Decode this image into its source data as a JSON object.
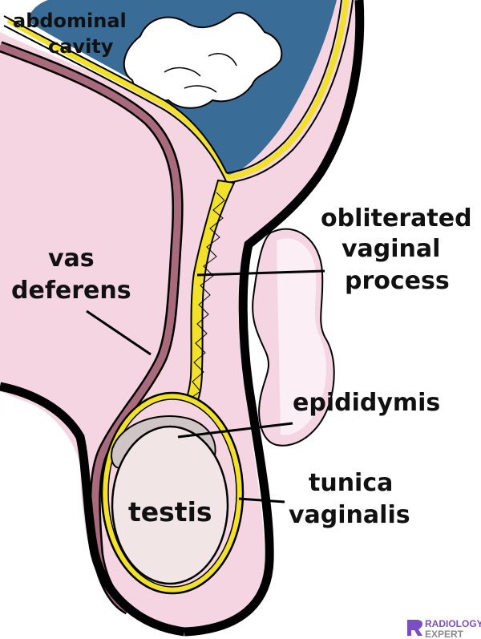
{
  "labels": {
    "abdominal_cavity": [
      "abdominal",
      "cavity"
    ],
    "vas_deferens": [
      "vas",
      "deferens"
    ],
    "obliterated_vaginal_process": [
      "obliterated",
      "vaginal",
      "process"
    ],
    "epididymis": "epididymis",
    "testis": "testis",
    "tunica_vaginalis": [
      "tunica",
      "vaginalis"
    ]
  },
  "watermark": {
    "line1": "RADIOLOGY.",
    "line2": "EXPERT"
  },
  "colors": {
    "abdominal_cavity": "#3a6c98",
    "skin_pink": "#f6d5e3",
    "vas_deferens": "#a86a7c",
    "tunica_yellow": "#f2e12a",
    "epididymis": "#cfc4c6",
    "testis": "#f2e5e5",
    "outline": "#000000",
    "watermark_purple": "#7a4fc4",
    "watermark_grey": "#8a8a8a"
  }
}
